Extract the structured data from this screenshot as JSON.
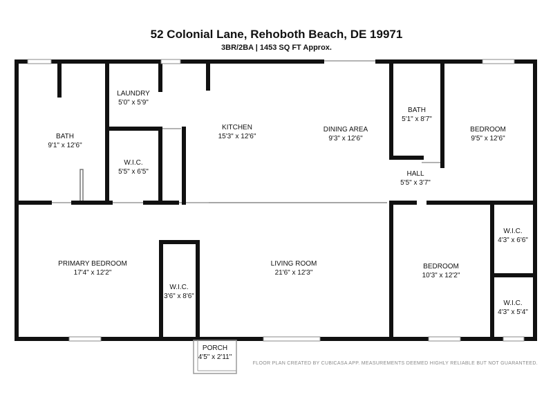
{
  "header": {
    "address": "52 Colonial Lane, Rehoboth Beach, DE 19971",
    "summary": "3BR/2BA | 1453 SQ FT Approx."
  },
  "rooms": {
    "bath_left": {
      "name": "BATH",
      "dims": "9'1\" x 12'6\""
    },
    "laundry": {
      "name": "LAUNDRY",
      "dims": "5'0\" x 5'9\""
    },
    "wic_upper": {
      "name": "W.I.C.",
      "dims": "5'5\" x 6'5\""
    },
    "kitchen": {
      "name": "KITCHEN",
      "dims": "15'3\" x 12'6\""
    },
    "dining": {
      "name": "DINING AREA",
      "dims": "9'3\" x 12'6\""
    },
    "bath_right": {
      "name": "BATH",
      "dims": "5'1\" x 8'7\""
    },
    "hall": {
      "name": "HALL",
      "dims": "5'5\" x 3'7\""
    },
    "bedroom_tr": {
      "name": "BEDROOM",
      "dims": "9'5\" x 12'6\""
    },
    "primary": {
      "name": "PRIMARY BEDROOM",
      "dims": "17'4\" x 12'2\""
    },
    "wic_primary": {
      "name": "W.I.C.",
      "dims": "3'6\" x 8'6\""
    },
    "living": {
      "name": "LIVING ROOM",
      "dims": "21'6\" x 12'3\""
    },
    "bedroom_br": {
      "name": "BEDROOM",
      "dims": "10'3\" x 12'2\""
    },
    "wic_r1": {
      "name": "W.I.C.",
      "dims": "4'3\" x 6'6\""
    },
    "wic_r2": {
      "name": "W.I.C.",
      "dims": "4'3\" x 5'4\""
    },
    "porch": {
      "name": "PORCH",
      "dims": "4'5\" x 2'11\""
    }
  },
  "footer": {
    "disclaimer": "FLOOR PLAN CREATED BY CUBICASA APP. MEASUREMENTS DEEMED HIGHLY RELIABLE BUT NOT GUARANTEED."
  },
  "colors": {
    "wall": "#111111",
    "thin_wall": "#9a9a9a",
    "window": "#cccccc"
  }
}
